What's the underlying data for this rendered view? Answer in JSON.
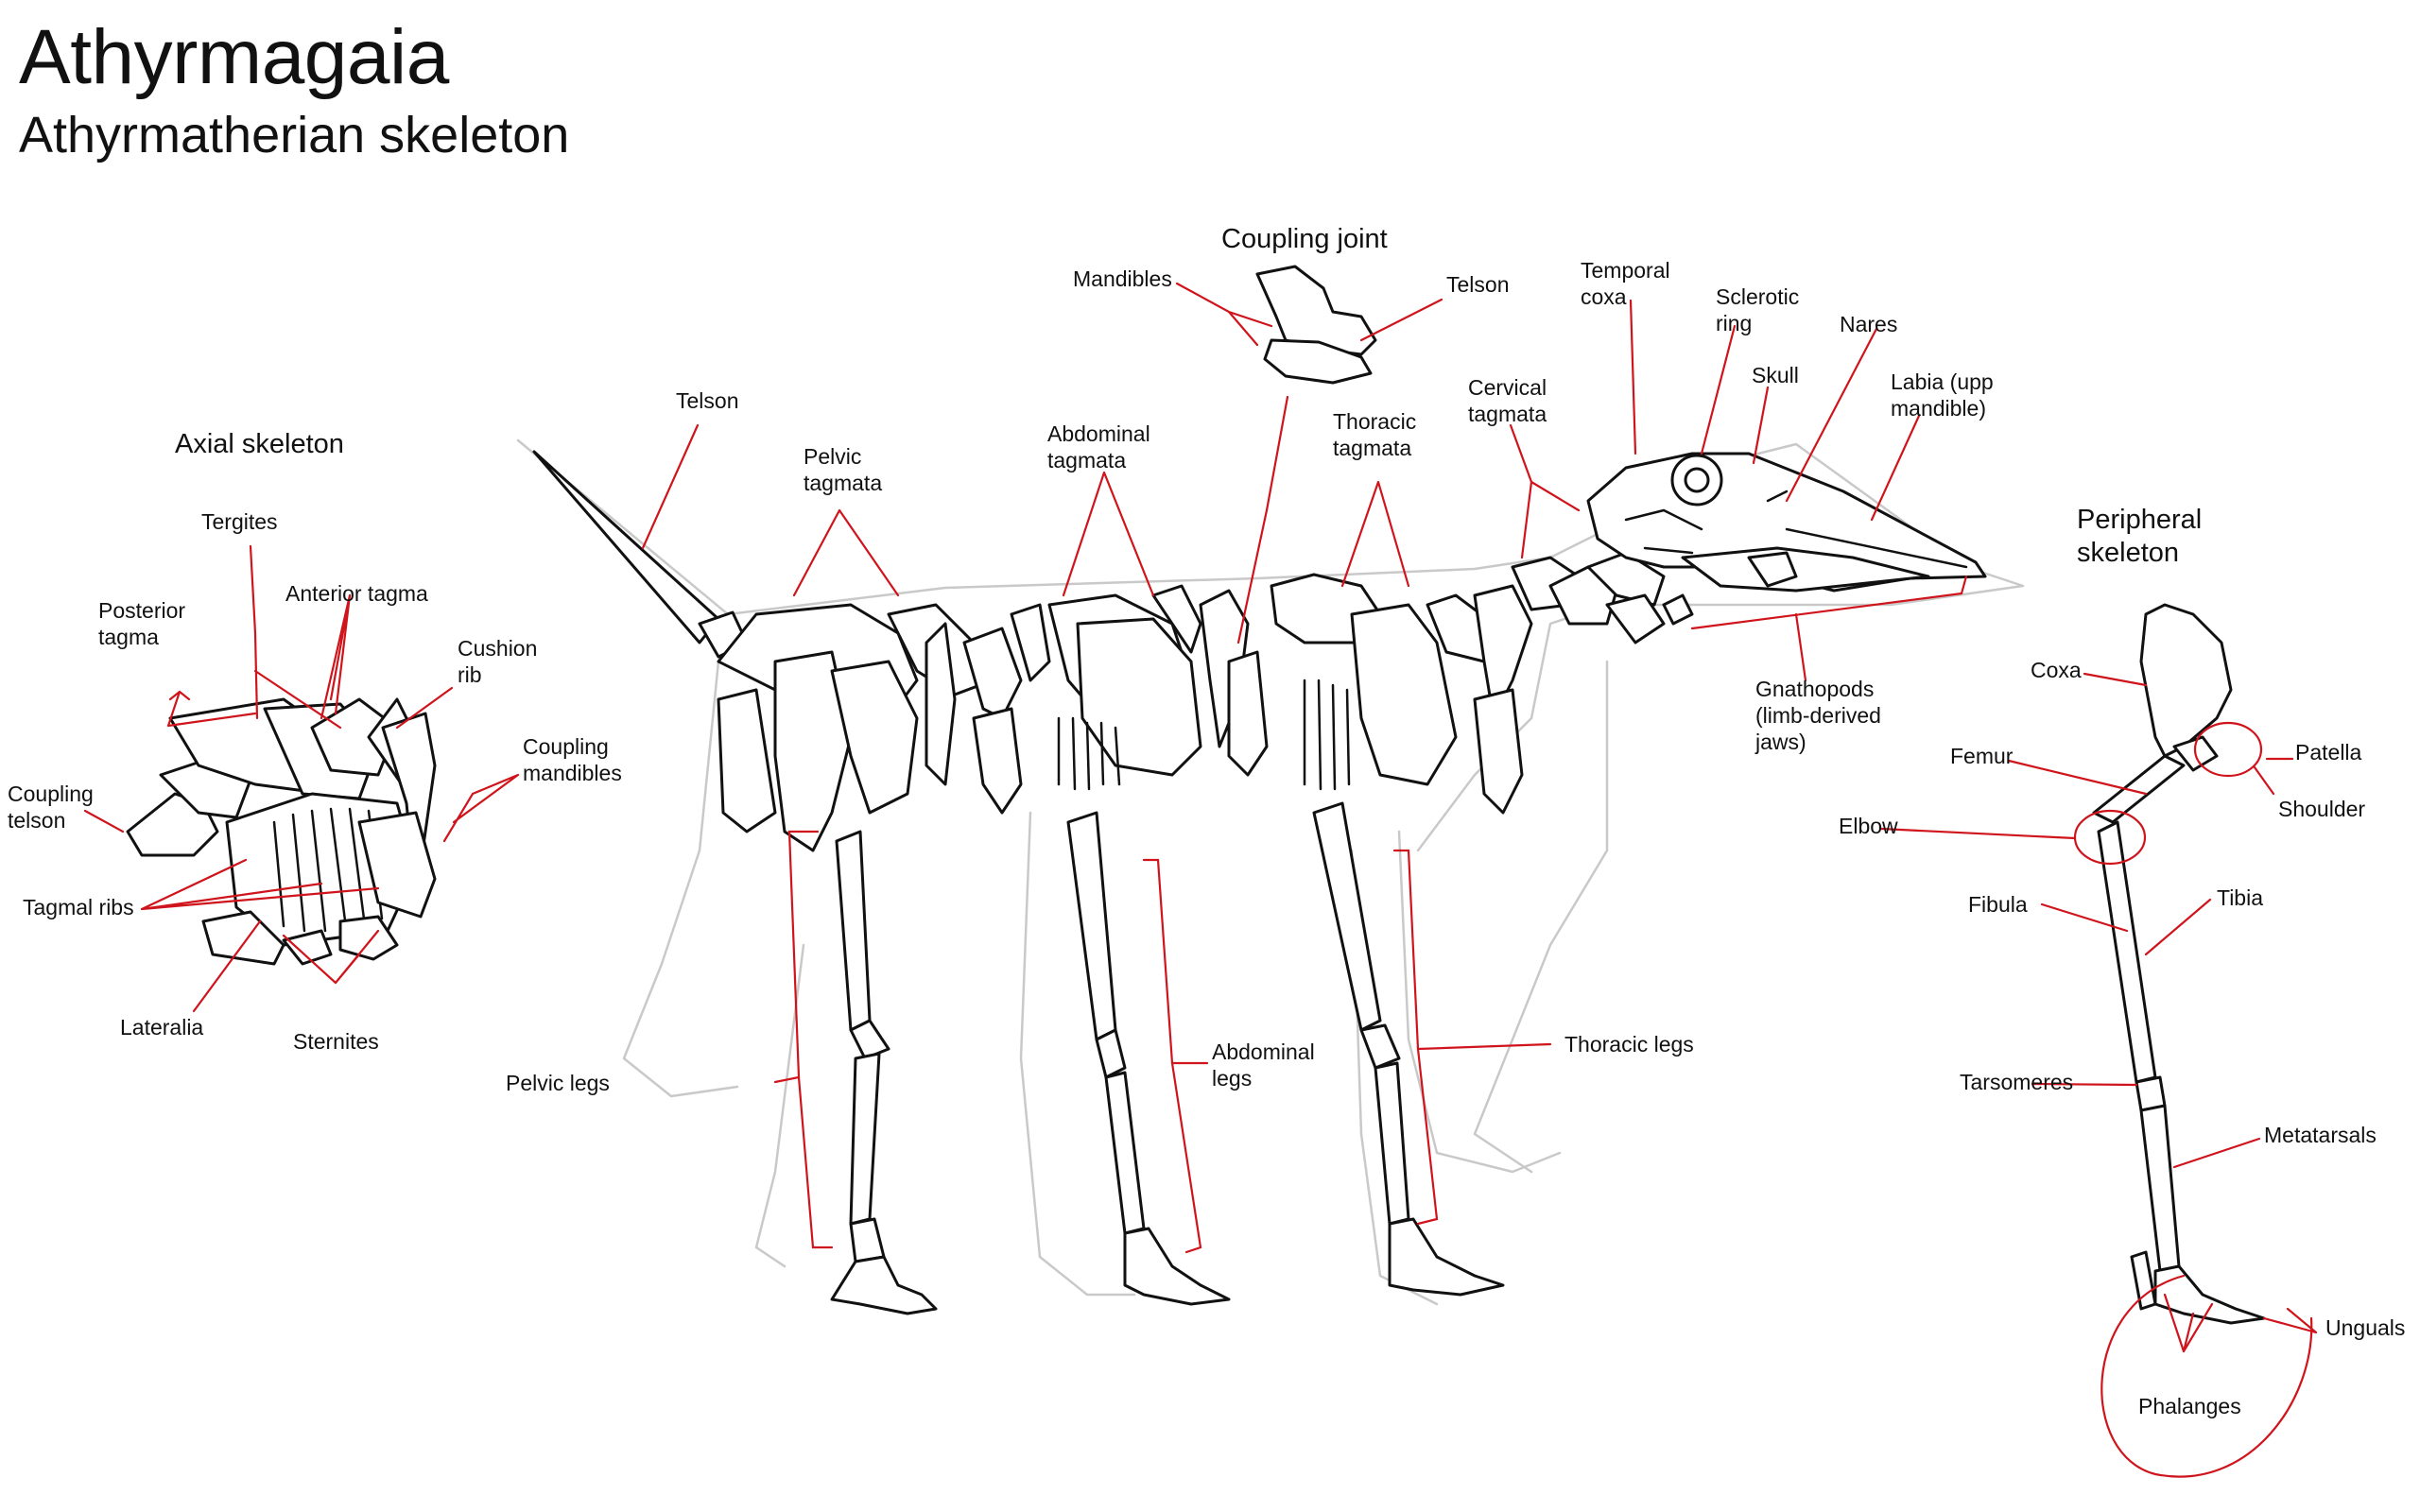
{
  "header": {
    "title": "Athyrmagaia",
    "subtitle": "Athyrmatherian skeleton"
  },
  "sections": {
    "axial": "Axial skeleton",
    "coupling": "Coupling joint",
    "peripheral_line1": "Peripheral",
    "peripheral_line2": "skeleton"
  },
  "axial_labels": {
    "tergites": "Tergites",
    "posterior_tagma_1": "Posterior",
    "posterior_tagma_2": "tagma",
    "anterior_tagma": "Anterior tagma",
    "cushion_rib_1": "Cushion",
    "cushion_rib_2": "rib",
    "coupling_mandibles_1": "Coupling",
    "coupling_mandibles_2": "mandibles",
    "coupling_telson_1": "Coupling",
    "coupling_telson_2": "telson",
    "tagmal_ribs": "Tagmal ribs",
    "lateralia": "Lateralia",
    "sternites": "Sternites"
  },
  "coupling_labels": {
    "mandibles": "Mandibles",
    "telson": "Telson"
  },
  "body_labels": {
    "telson": "Telson",
    "pelvic_tagmata_1": "Pelvic",
    "pelvic_tagmata_2": "tagmata",
    "abdominal_tagmata_1": "Abdominal",
    "abdominal_tagmata_2": "tagmata",
    "thoracic_tagmata_1": "Thoracic",
    "thoracic_tagmata_2": "tagmata",
    "cervical_tagmata_1": "Cervical",
    "cervical_tagmata_2": "tagmata",
    "temporal_coxa_1": "Temporal",
    "temporal_coxa_2": "coxa",
    "sclerotic_ring_1": "Sclerotic",
    "sclerotic_ring_2": "ring",
    "skull": "Skull",
    "nares": "Nares",
    "labia_1": "Labia (upp",
    "labia_2": "mandible)",
    "gnathopods_1": "Gnathopods",
    "gnathopods_2": "(limb-derived",
    "gnathopods_3": "jaws)",
    "pelvic_legs": "Pelvic legs",
    "abdominal_legs_1": "Abdominal",
    "abdominal_legs_2": "legs",
    "thoracic_legs": "Thoracic legs"
  },
  "peripheral_labels": {
    "coxa": "Coxa",
    "patella": "Patella",
    "femur": "Femur",
    "shoulder": "Shoulder",
    "elbow": "Elbow",
    "fibula": "Fibula",
    "tibia": "Tibia",
    "tarsomeres": "Tarsomeres",
    "metatarsals": "Metatarsals",
    "unguals": "Unguals",
    "phalanges": "Phalanges"
  },
  "colors": {
    "leader_lines": "#d0141c",
    "bones": "#111111",
    "silhouette": "#c9c9c9",
    "background": "#ffffff"
  }
}
